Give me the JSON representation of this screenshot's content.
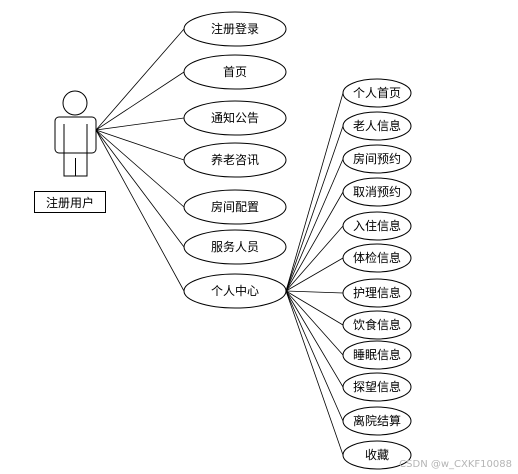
{
  "actor": {
    "label": "注册用户"
  },
  "use_cases": [
    {
      "id": "register-login",
      "label": "注册登录"
    },
    {
      "id": "home",
      "label": "首页"
    },
    {
      "id": "notice",
      "label": "通知公告"
    },
    {
      "id": "elderly-consult",
      "label": "养老咨讯"
    },
    {
      "id": "room-config",
      "label": "房间配置"
    },
    {
      "id": "service-staff",
      "label": "服务人员"
    },
    {
      "id": "personal-center",
      "label": "个人中心"
    }
  ],
  "sub_cases": [
    {
      "id": "personal-home",
      "label": "个人首页"
    },
    {
      "id": "elderly-info",
      "label": "老人信息"
    },
    {
      "id": "room-booking",
      "label": "房间预约"
    },
    {
      "id": "cancel-booking",
      "label": "取消预约"
    },
    {
      "id": "checkin-info",
      "label": "入住信息"
    },
    {
      "id": "health-check-info",
      "label": "体检信息"
    },
    {
      "id": "nursing-info",
      "label": "护理信息"
    },
    {
      "id": "diet-info",
      "label": "饮食信息"
    },
    {
      "id": "sleep-info",
      "label": "睡眠信息"
    },
    {
      "id": "visit-info",
      "label": "探望信息"
    },
    {
      "id": "discharge-settlement",
      "label": "离院结算"
    },
    {
      "id": "favorites",
      "label": "收藏"
    }
  ],
  "watermark": "CSDN @w_CXKF10088"
}
